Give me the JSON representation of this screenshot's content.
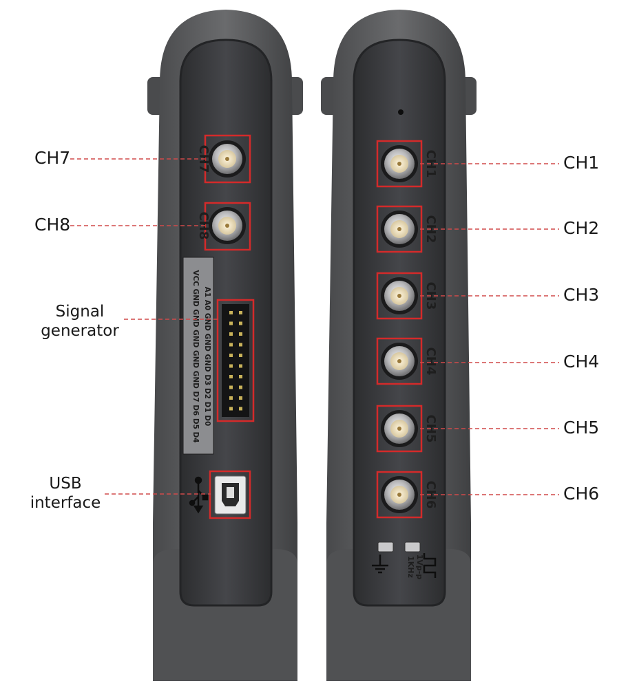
{
  "colors": {
    "case": "#5a5a5c",
    "case_dark": "#2e2f31",
    "panel": "#3c3d40",
    "highlight_box": "#d42a2a",
    "leader_line": "#d14a4a",
    "label_text": "#1a1a1a"
  },
  "left_device": {
    "port_labels": {
      "ch7": "CH7",
      "ch8": "CH8"
    },
    "pin_labels": {
      "row1": "VCC GND GND GND GND GND D7 D6 D5 D4",
      "row2": "A1 A0 GND GND GND D3 D2 D1 D0"
    },
    "usb_icon": "usb-icon"
  },
  "right_device": {
    "port_labels": {
      "ch1": "CH1",
      "ch2": "CH2",
      "ch3": "CH3",
      "ch4": "CH4",
      "ch5": "CH5",
      "ch6": "CH6"
    },
    "ground_icon": "ground-icon",
    "square_wave_icon": "square-wave-icon",
    "calibration_label": {
      "line1": "1KHz",
      "line2": "1Vp-p"
    }
  },
  "callouts": {
    "ch7": "CH7",
    "ch8": "CH8",
    "signal_generator": {
      "line1": "Signal",
      "line2": "generator"
    },
    "usb_interface": {
      "line1": "USB",
      "line2": "interface"
    },
    "ch1": "CH1",
    "ch2": "CH2",
    "ch3": "CH3",
    "ch4": "CH4",
    "ch5": "CH5",
    "ch6": "CH6"
  }
}
